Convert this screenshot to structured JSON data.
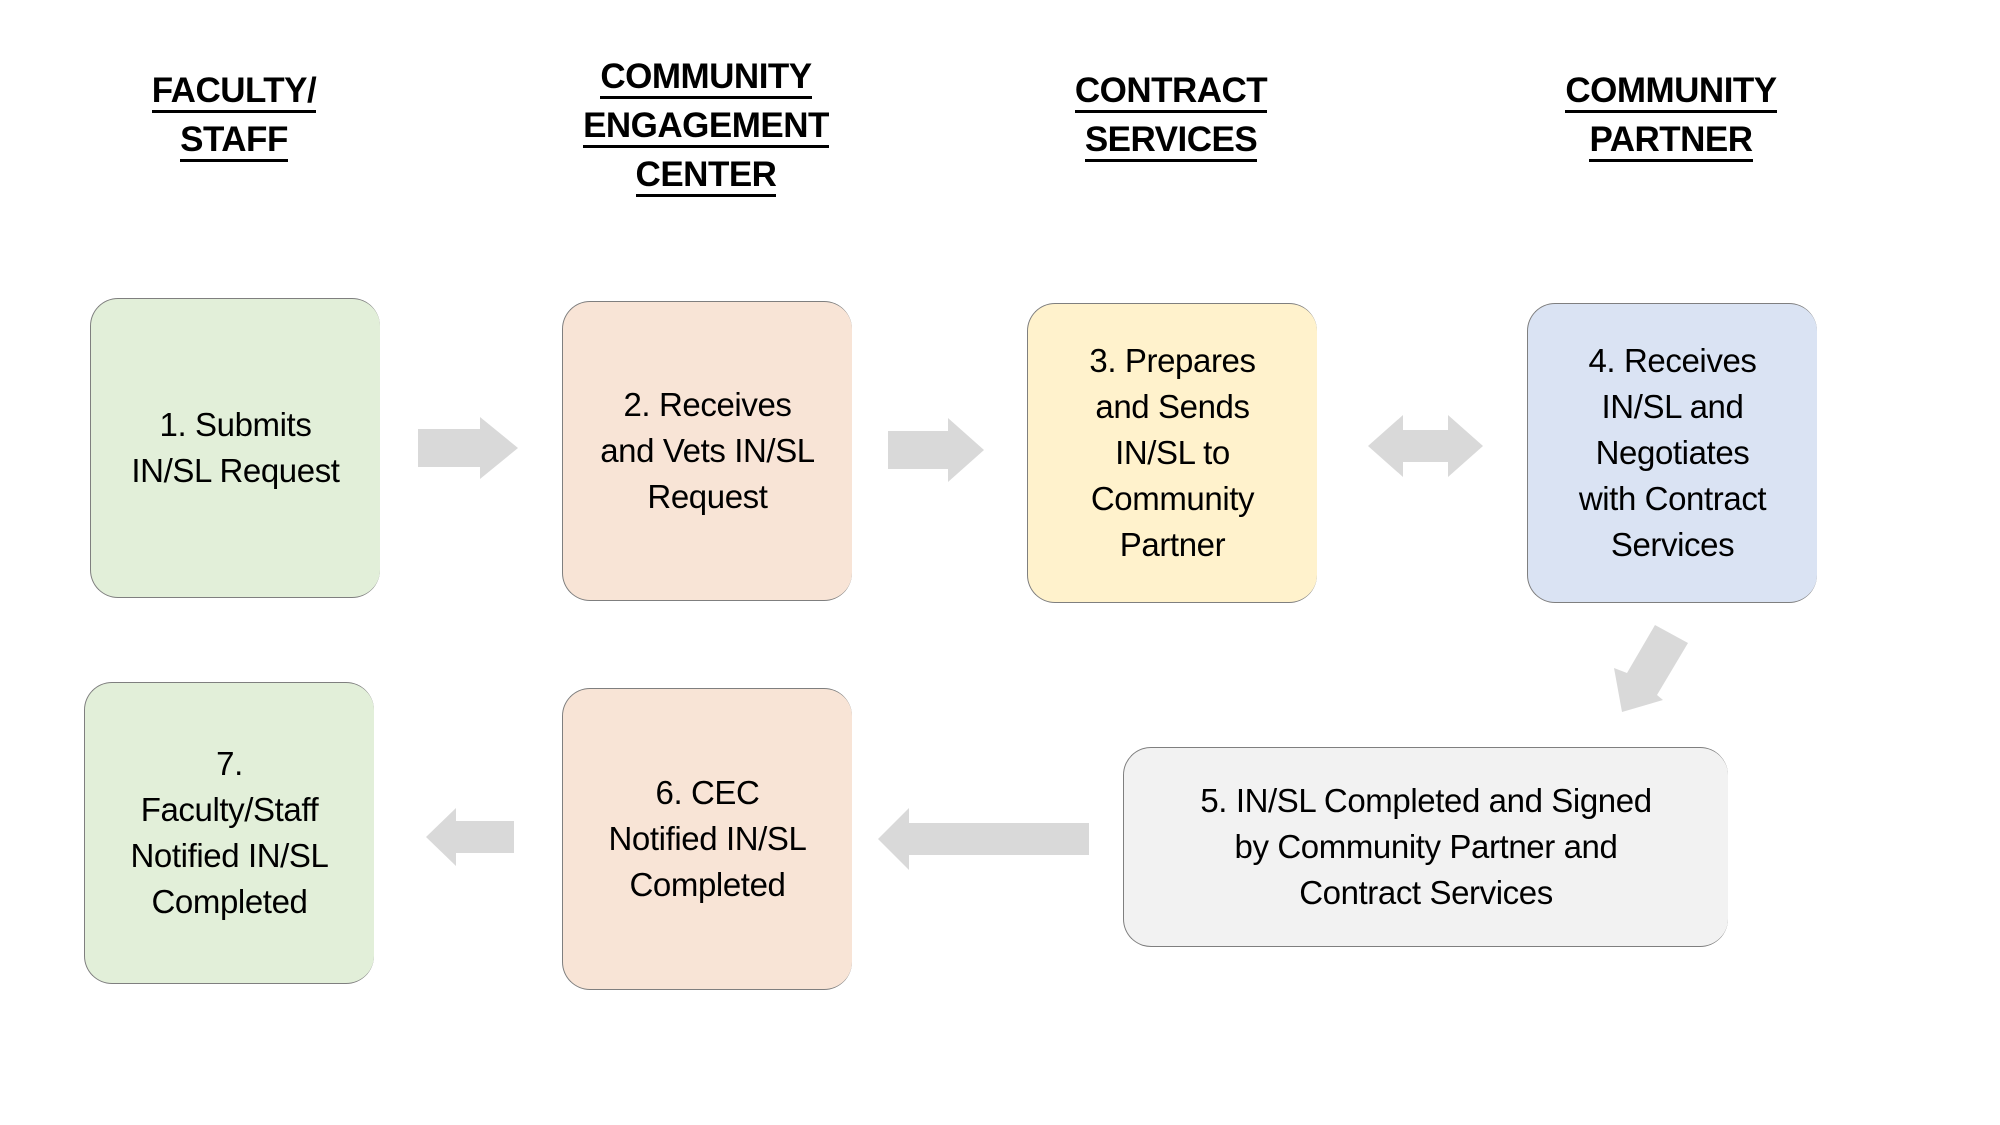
{
  "columns": [
    {
      "header": [
        "FACULTY/",
        "STAFF"
      ]
    },
    {
      "header": [
        "COMMUNITY",
        "ENGAGEMENT",
        "CENTER"
      ]
    },
    {
      "header": [
        "CONTRACT",
        "SERVICES"
      ]
    },
    {
      "header": [
        "COMMUNITY",
        "PARTNER"
      ]
    }
  ],
  "steps": [
    {
      "number": 1,
      "text": "1. Submits\nIN/SL Request",
      "owner": "Faculty/Staff",
      "color": "#e2efd9"
    },
    {
      "number": 2,
      "text": "2. Receives\nand Vets IN/SL\nRequest",
      "owner": "Community Engagement Center",
      "color": "#f8e4d6"
    },
    {
      "number": 3,
      "text": "3. Prepares\nand Sends\nIN/SL to\nCommunity\nPartner",
      "owner": "Contract Services",
      "color": "#fff2cc"
    },
    {
      "number": 4,
      "text": "4. Receives\nIN/SL and\nNegotiates\nwith Contract\nServices",
      "owner": "Community Partner",
      "color": "#dae3f3"
    },
    {
      "number": 5,
      "text": "5. IN/SL Completed and Signed\nby Community Partner and\nContract Services",
      "owner": "Community Partner / Contract Services",
      "color": "#f2f2f2"
    },
    {
      "number": 6,
      "text": "6. CEC\nNotified IN/SL\nCompleted",
      "owner": "Community Engagement Center",
      "color": "#f8e4d6"
    },
    {
      "number": 7,
      "text": "7.\nFaculty/Staff\nNotified IN/SL\nCompleted",
      "owner": "Faculty/Staff",
      "color": "#e2efd9"
    }
  ],
  "connectors": [
    {
      "from": 1,
      "to": 2,
      "type": "right-arrow"
    },
    {
      "from": 2,
      "to": 3,
      "type": "right-arrow"
    },
    {
      "from": 3,
      "to": 4,
      "type": "double-arrow"
    },
    {
      "from": 4,
      "to": 5,
      "type": "down-left-arrow"
    },
    {
      "from": 5,
      "to": 6,
      "type": "left-arrow"
    },
    {
      "from": 6,
      "to": 7,
      "type": "left-arrow"
    }
  ],
  "colors": {
    "arrow": "#d9d9d9",
    "border": "#7f7f7f"
  }
}
